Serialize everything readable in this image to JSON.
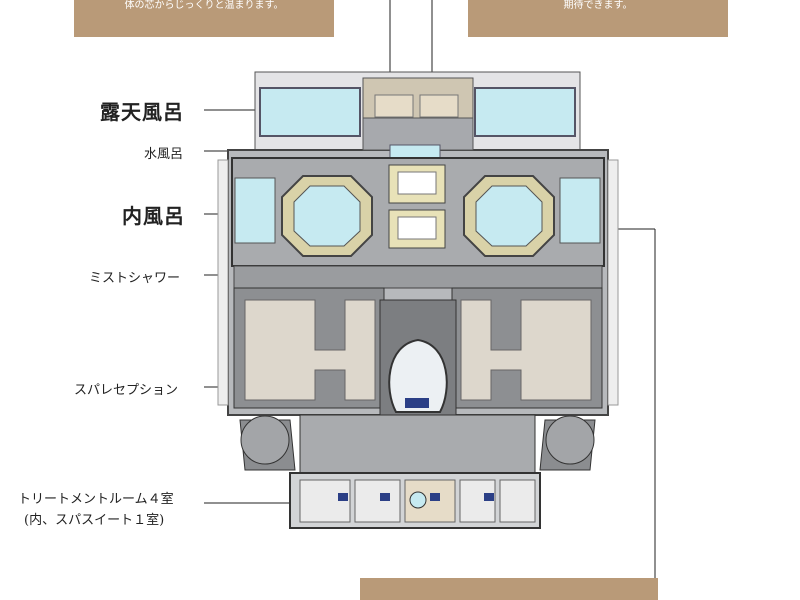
{
  "banners": {
    "top_left_text": "体の芯からじっくりと温まります。",
    "top_right_text": "期待できます。"
  },
  "labels": {
    "outdoor_bath": "露天風呂",
    "cold_bath": "水風呂",
    "indoor_bath": "内風呂",
    "mist_shower": "ミストシャワー",
    "spa_reception": "スパレセプション",
    "treatment_rooms_line1": "トリートメントルーム４室",
    "treatment_rooms_line2": "(内、スパスイート１室)"
  },
  "colors": {
    "banner": "#b99a78",
    "water": "#bfe6ee",
    "floor_stone": "#a8aaad",
    "wall": "#4d4f52",
    "corridor": "#ddd7cc",
    "tile": "#d7d8da"
  }
}
